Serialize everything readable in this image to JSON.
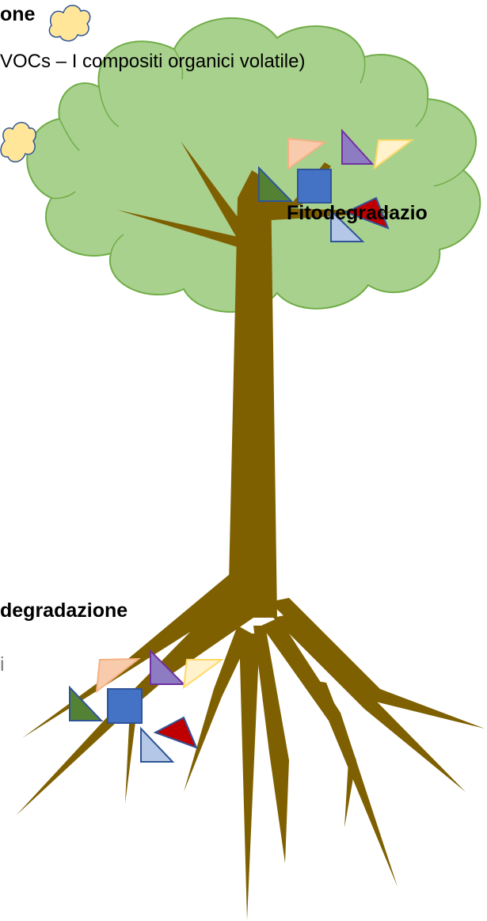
{
  "labels": {
    "top_title": "one",
    "voc_caption": "VOCs – I compositi organici volatile)",
    "fito": "Fitodegradazio",
    "rizo": "degradazione",
    "partial_i": "i"
  },
  "colors": {
    "canopy_fill": "#a9d18e",
    "canopy_stroke": "#70ad47",
    "trunk": "#7f6000",
    "cloud_fill": "#ffe699",
    "cloud_stroke": "#2f5597",
    "square": "#4472c4",
    "tri_green": "#548235",
    "tri_salmon": "#f8cbad",
    "tri_purple": "#8e7cc3",
    "tri_yellow": "#fff2cc",
    "tri_red": "#c00000",
    "tri_lightblue": "#b4c7e7"
  },
  "icons": [
    "cloud-icon",
    "square-icon",
    "triangle-icon"
  ]
}
